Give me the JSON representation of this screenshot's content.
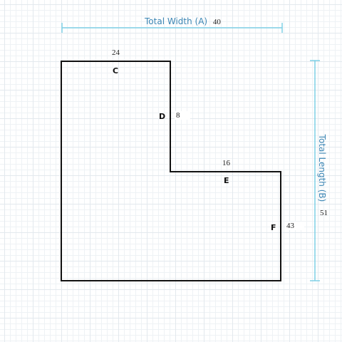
{
  "colors": {
    "outline": "#111111",
    "dimension": "#7fd0e6",
    "dimension_text": "#3c86b4"
  },
  "dimensions": {
    "width_label": "Total Width (A)",
    "width_value": "40",
    "length_label": "Total Length (B)",
    "length_value": "51"
  },
  "sides": {
    "c": {
      "letter": "C",
      "value": "24"
    },
    "d": {
      "letter": "D",
      "value": "8"
    },
    "e": {
      "letter": "E",
      "value": "16"
    },
    "f": {
      "letter": "F",
      "value": "43"
    }
  }
}
